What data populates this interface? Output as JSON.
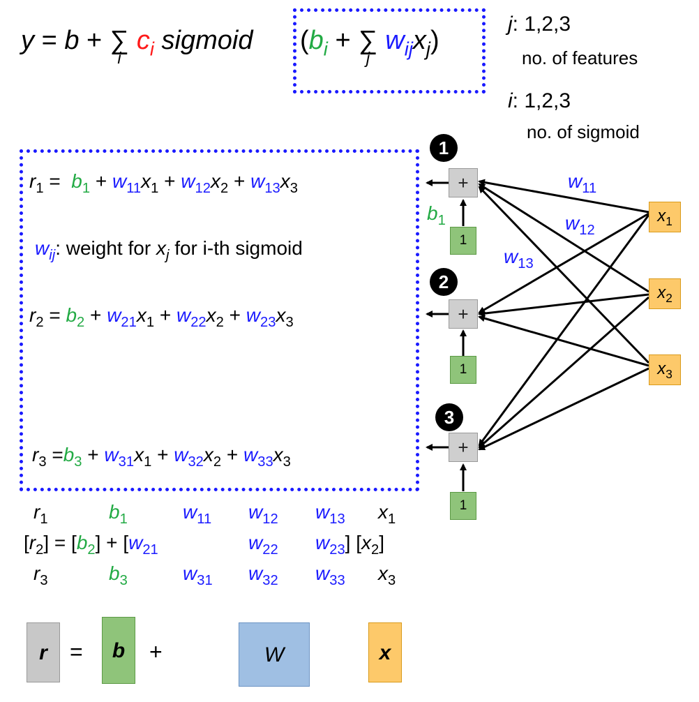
{
  "formula": {
    "y": "y",
    "eq": "=",
    "b": "b",
    "plus": "+",
    "sum": "∑",
    "i": "i",
    "c": "c",
    "c_sub": "i",
    "sigmoid": "sigmoid",
    "lparen": "(",
    "b_i": "b",
    "b_i_sub": "i",
    "j": "j",
    "w": "w",
    "w_sub": "ij",
    "x": "x",
    "x_sub": "j",
    "rparen": ")"
  },
  "side_notes": {
    "j_label": "j",
    "j_values": ": 1,2,3",
    "j_desc": "no. of features",
    "i_label": "i",
    "i_values": ": 1,2,3",
    "i_desc": "no. of sigmoid"
  },
  "equations": {
    "r1": {
      "r": "r",
      "rs": "1",
      "b": "b",
      "bs": "1",
      "w1s": "11",
      "x1s": "1",
      "w2s": "12",
      "x2s": "2",
      "w3s": "13",
      "x3s": "3"
    },
    "r2": {
      "r": "r",
      "rs": "2",
      "b": "b",
      "bs": "2",
      "w1s": "21",
      "x1s": "1",
      "w2s": "22",
      "x2s": "2",
      "w3s": "23",
      "x3s": "3"
    },
    "r3": {
      "r": "r",
      "rs": "3",
      "b": "b",
      "bs": "3",
      "w1s": "31",
      "x1s": "1",
      "w2s": "32",
      "x2s": "2",
      "w3s": "33",
      "x3s": "3"
    },
    "eq": "=",
    "plus": "+",
    "w": "w",
    "x": "x"
  },
  "weight_note": {
    "w": "w",
    "w_sub": "ij",
    "text1": ": weight for ",
    "x": "x",
    "x_sub": "j",
    "text2": " for i-th sigmoid"
  },
  "network": {
    "circles": [
      "1",
      "2",
      "3"
    ],
    "plus": "+",
    "one": "1",
    "b_label": "b",
    "b_label_sub": "1",
    "x_nodes": [
      {
        "x": "x",
        "sub": "1"
      },
      {
        "x": "x",
        "sub": "2"
      },
      {
        "x": "x",
        "sub": "3"
      }
    ],
    "w_labels": [
      {
        "w": "w",
        "sub": "11"
      },
      {
        "w": "w",
        "sub": "12"
      },
      {
        "w": "w",
        "sub": "13"
      }
    ]
  },
  "matrix": {
    "r": "r",
    "b": "b",
    "w": "w",
    "x": "x",
    "rs": [
      "1",
      "2",
      "3"
    ],
    "bs": [
      "1",
      "2",
      "3"
    ],
    "ws": [
      [
        "11",
        "12",
        "13"
      ],
      [
        "21",
        "22",
        "23"
      ],
      [
        "31",
        "32",
        "33"
      ]
    ],
    "xs": [
      "1",
      "2",
      "3"
    ],
    "lbr": "[",
    "rbr": "]",
    "eq": "=",
    "plus": "+"
  },
  "legend": {
    "r": "r",
    "eq": "=",
    "b": "b",
    "plus": "+",
    "W": "W",
    "x": "x"
  },
  "colors": {
    "blue": "#1a1aff",
    "green": "#22aa44",
    "red": "#ff1a1a",
    "gray_box": "#cfcfcf",
    "green_box": "#8fc47a",
    "orange_box": "#fdc96a",
    "blue_box": "#9fbfe3"
  }
}
